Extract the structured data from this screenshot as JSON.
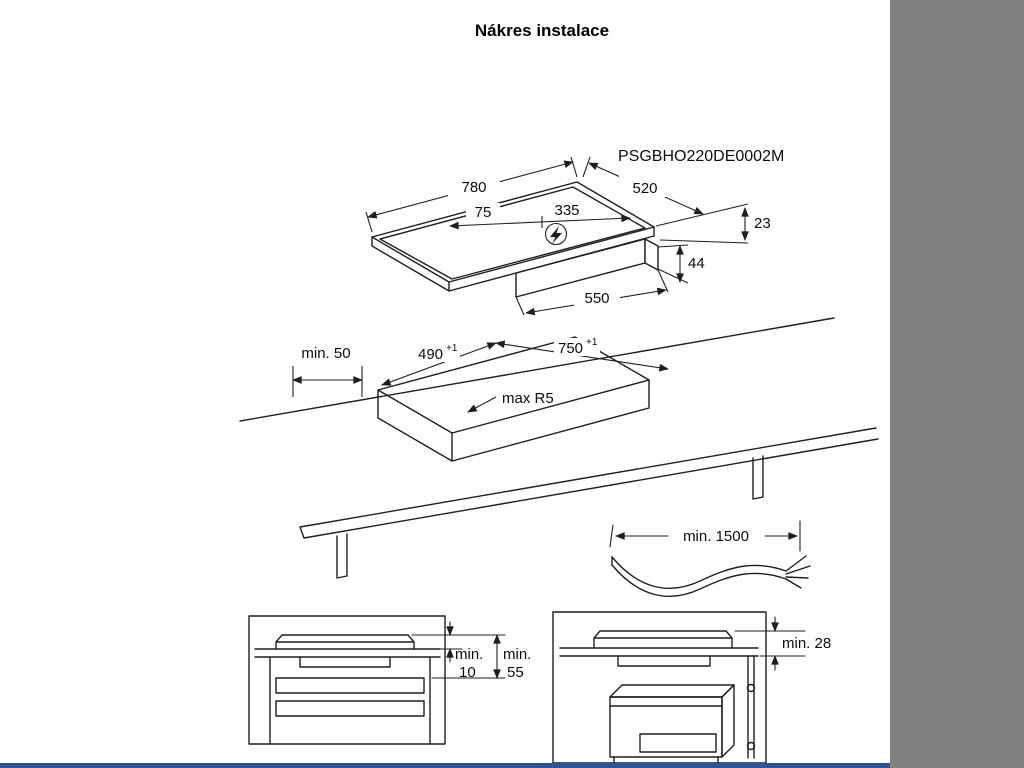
{
  "document": {
    "title": "Nákres instalace",
    "drawing_code": "PSGBHO220DE0002M"
  },
  "hob": {
    "width": "780",
    "depth": "520",
    "height": "23",
    "connection_offset_left": "75",
    "connection_offset_right": "335",
    "casing_height": "44",
    "casing_width": "550",
    "power_icon": "lightning-bolt"
  },
  "cutout": {
    "rear_clearance": "min. 50",
    "depth": "490",
    "depth_tolerance": "+1",
    "width": "750",
    "width_tolerance": "+1",
    "corner_radius": "max R5"
  },
  "cable": {
    "length": "min. 1500"
  },
  "clearances": {
    "drawer_gap_label": "min.",
    "drawer_gap_value": "10",
    "worktop_label": "min.",
    "worktop_value": "55",
    "oven_gap": "min. 28"
  },
  "colors": {
    "line": "#1f1f1f",
    "background": "#ffffff",
    "side_panel": "#808080",
    "bottom_bar": "#2b5797"
  }
}
